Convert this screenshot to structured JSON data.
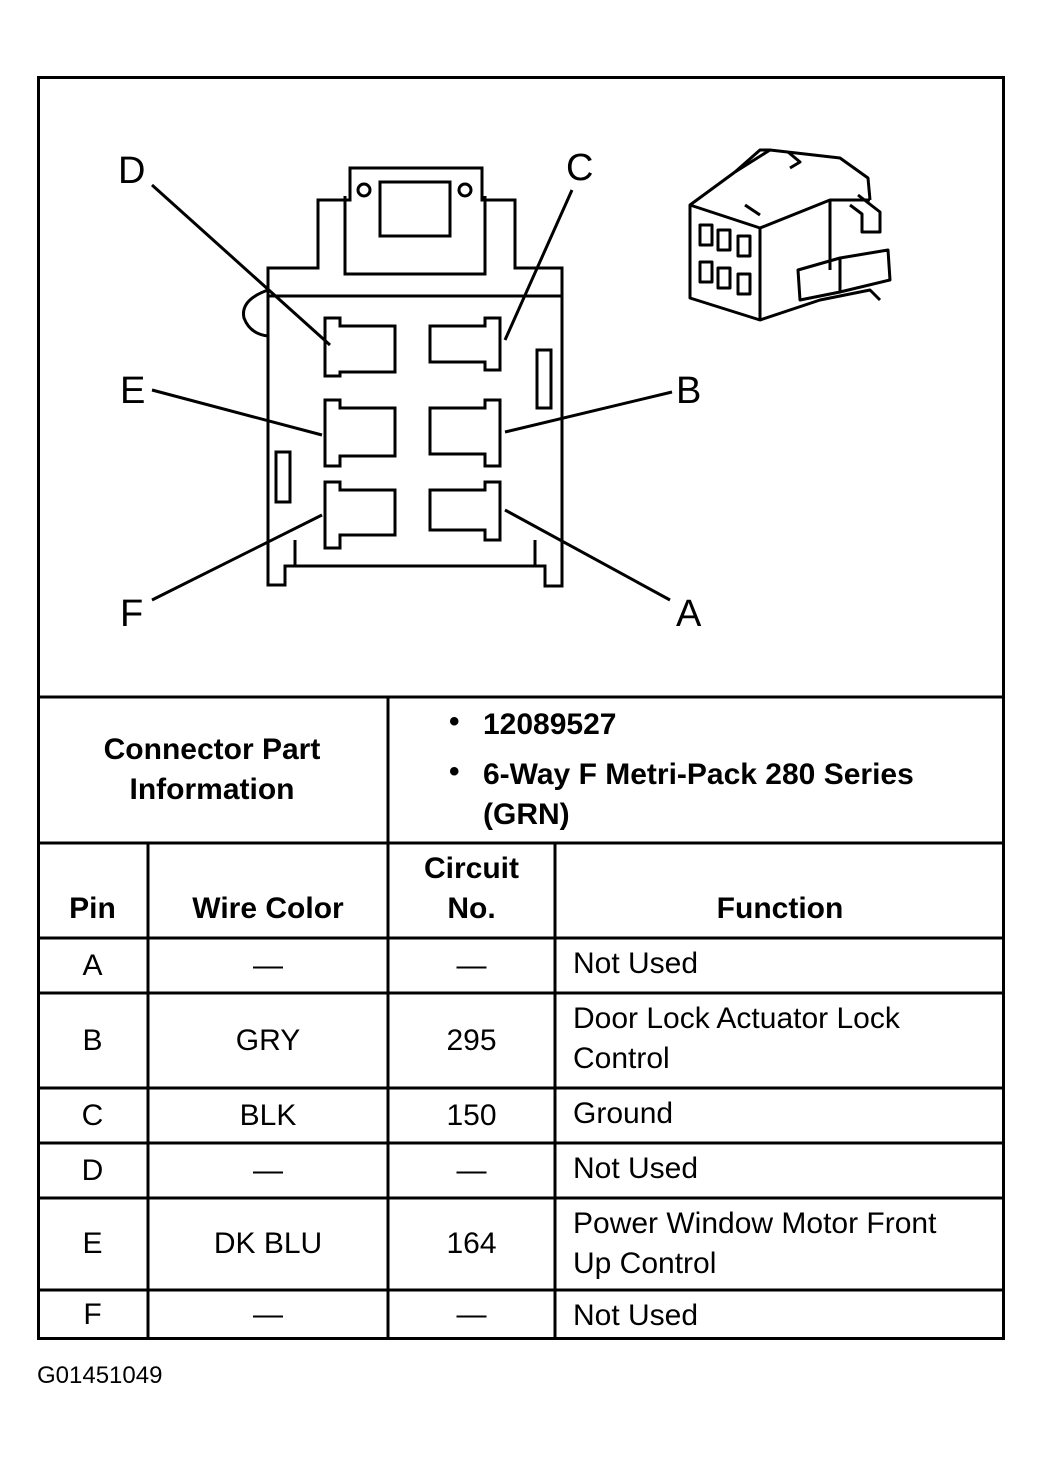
{
  "connector_view": {
    "pin_labels": [
      "A",
      "B",
      "C",
      "D",
      "E",
      "F"
    ]
  },
  "part_info": {
    "label": "Connector Part Information",
    "items": [
      {
        "text": "12089527"
      },
      {
        "text": "6-Way F Metri-Pack 280 Series (GRN)"
      }
    ]
  },
  "pin_table": {
    "headers": {
      "pin": "Pin",
      "wire_color": "Wire Color",
      "circuit": "Circuit No.",
      "function": "Function"
    },
    "rows": [
      {
        "pin": "A",
        "wire_color": "—",
        "circuit": "—",
        "function": "Not Used"
      },
      {
        "pin": "B",
        "wire_color": "GRY",
        "circuit": "295",
        "function": "Door Lock Actuator Lock Control"
      },
      {
        "pin": "C",
        "wire_color": "BLK",
        "circuit": "150",
        "function": "Ground"
      },
      {
        "pin": "D",
        "wire_color": "—",
        "circuit": "—",
        "function": "Not Used"
      },
      {
        "pin": "E",
        "wire_color": "DK BLU",
        "circuit": "164",
        "function": "Power Window Motor Front Up Control"
      },
      {
        "pin": "F",
        "wire_color": "—",
        "circuit": "—",
        "function": "Not Used"
      }
    ]
  },
  "footer": {
    "figure_code": "G01451049"
  }
}
